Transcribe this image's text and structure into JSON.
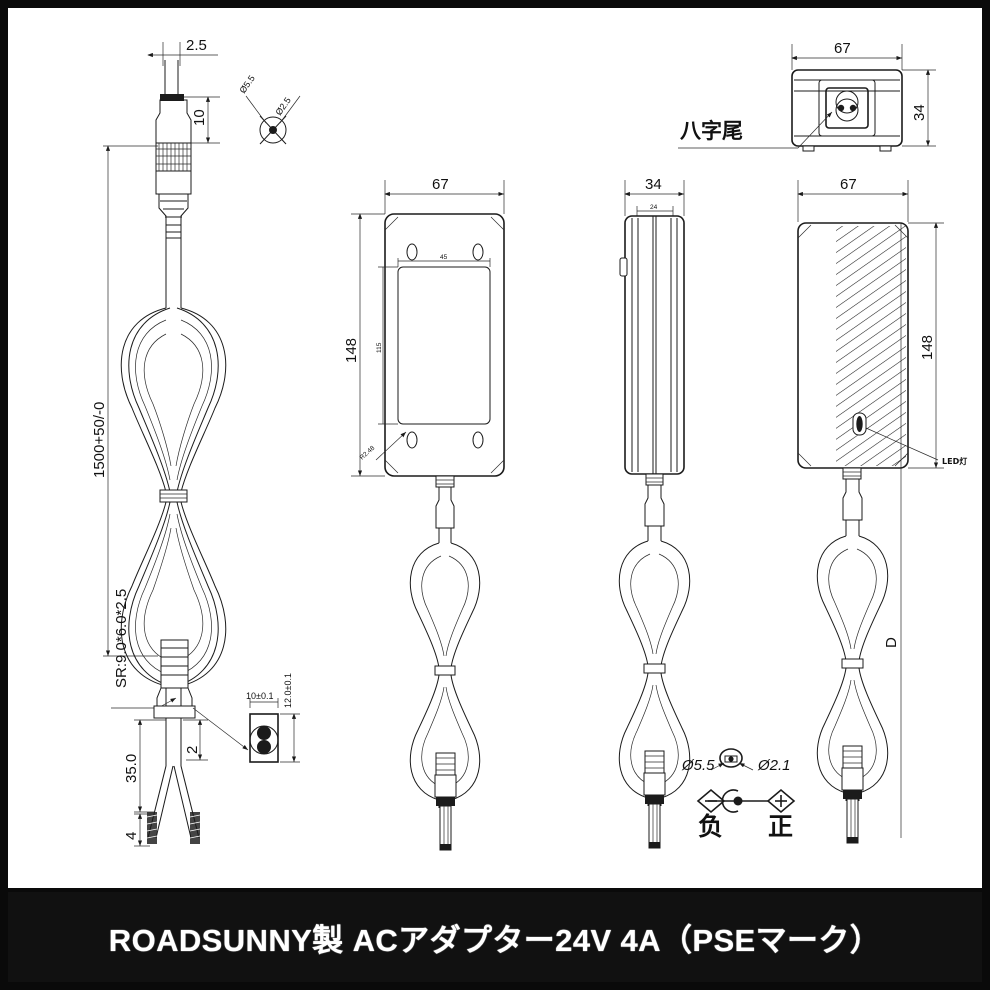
{
  "document": {
    "type": "engineering-drawing",
    "subject": "AC adapter mechanical drawing",
    "background_color": "#000000",
    "sheet_color": "#ffffff",
    "line_color": "#1b1b1b"
  },
  "banner": {
    "caption": "ROADSUNNY製 ACアダプター24V 4A（PSEマーク）",
    "background": "#111111",
    "text_color": "#ffffff"
  },
  "views": {
    "cable_assembly": {
      "name": "cable-assembly-view",
      "dimensions": {
        "plug_width": "2.5",
        "plug_tip_length": "10",
        "cable_length": "1500+50/-0",
        "strain_relief": "SR:9.0*6.0*2.5",
        "stripped_length": "35.0",
        "jacket_strip": "2",
        "conductor_strip": "4"
      },
      "plug_detail": {
        "outer_diameter": "Ø5.5",
        "inner_diameter": "Ø2.5"
      },
      "cable_section": {
        "width": "10±0.1",
        "height": "12.0±0.1"
      }
    },
    "front_view": {
      "name": "front-view",
      "width": "67",
      "height": "148",
      "label_width": "45",
      "label_height": "115",
      "corner_radius": "R2.48"
    },
    "side_view": {
      "name": "side-view",
      "width": "34",
      "inner_width": "24"
    },
    "back_view": {
      "name": "back-view",
      "width": "67",
      "height": "148",
      "overall_length": "D",
      "led_label": "LED灯"
    },
    "top_view": {
      "name": "top-view-inlet",
      "width": "67",
      "height": "34",
      "inlet_label": "八字尾"
    }
  },
  "polarity": {
    "name": "dc-polarity-diagram",
    "outer_diameter": "Ø5.5",
    "inner_diameter": "Ø2.1",
    "negative_label": "负",
    "positive_label": "正",
    "minus_symbol": "−",
    "plus_symbol": "+",
    "center_symbol": "C"
  }
}
